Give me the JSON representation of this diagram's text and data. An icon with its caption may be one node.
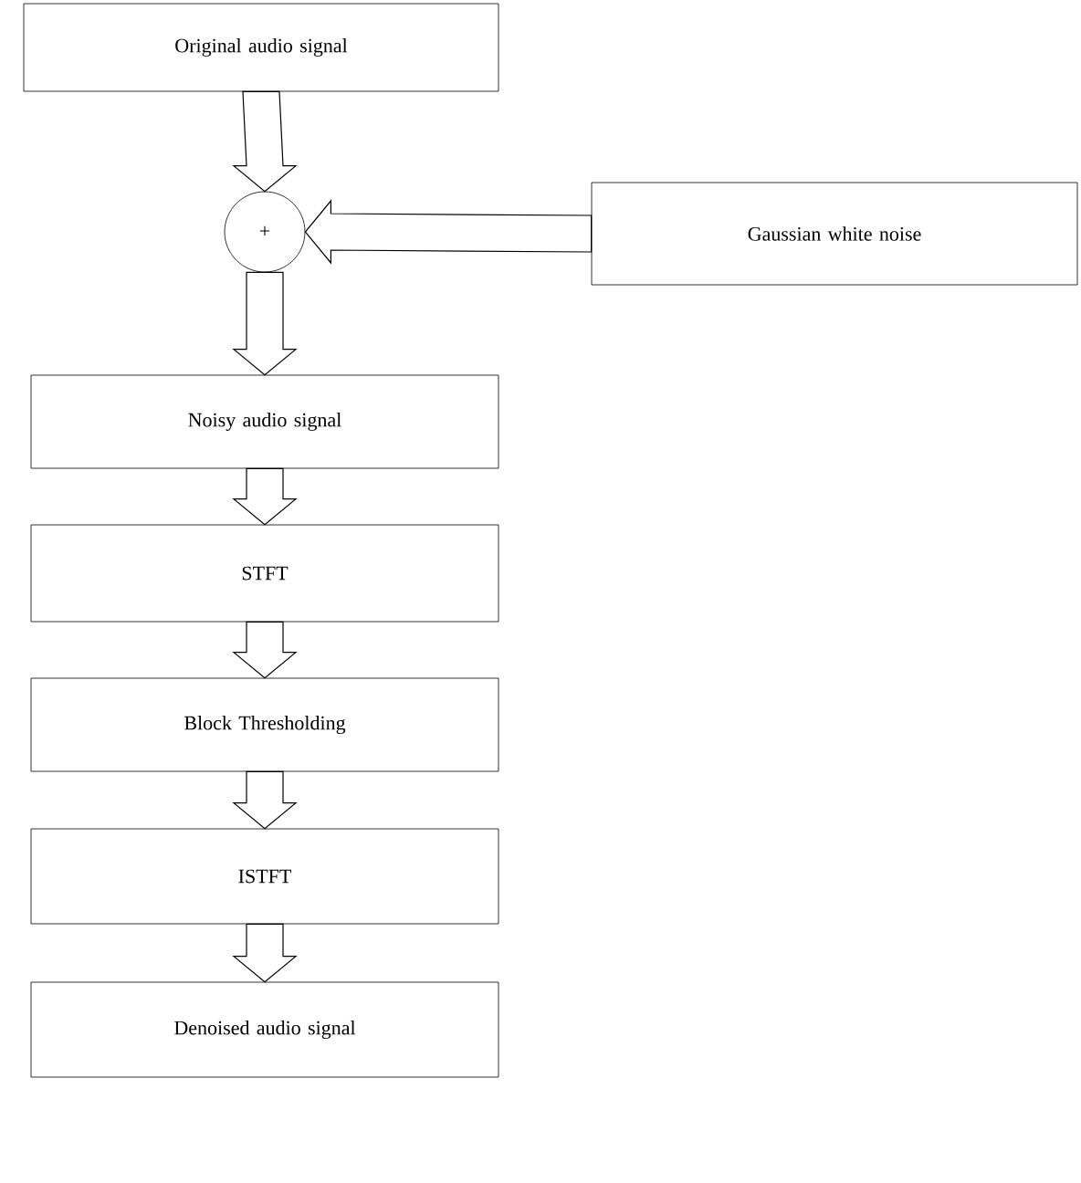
{
  "diagram": {
    "nodes": [
      {
        "text": [
          "Original audio signal"
        ]
      },
      {
        "text": [
          "+"
        ]
      },
      {
        "text": [
          "Gaussian white noise"
        ]
      },
      {
        "text": [
          "Noisy audio signal"
        ]
      },
      {
        "text": [
          "STFT"
        ]
      },
      {
        "text": [
          "Block Thresholding"
        ]
      },
      {
        "text": [
          "ISTFT"
        ]
      },
      {
        "text": [
          "Denoised audio signal"
        ]
      }
    ],
    "edges": [
      {
        "from": 0,
        "to": 1,
        "arrow": "to"
      },
      {
        "from": 2,
        "to": 1,
        "arrow": "to"
      },
      {
        "from": 1,
        "to": 3,
        "arrow": "to"
      },
      {
        "from": 3,
        "to": 4,
        "arrow": "to"
      },
      {
        "from": 4,
        "to": 5,
        "arrow": "to"
      },
      {
        "from": 5,
        "to": 6,
        "arrow": "to"
      },
      {
        "from": 6,
        "to": 7,
        "arrow": "to"
      }
    ]
  }
}
